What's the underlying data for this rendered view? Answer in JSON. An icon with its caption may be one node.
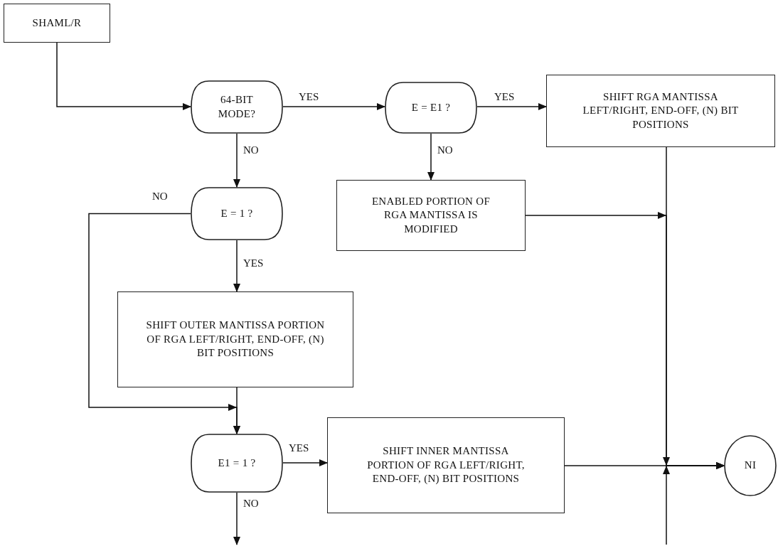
{
  "diagram": {
    "nodes": [
      {
        "text": [
          "SHAML/R"
        ]
      },
      {
        "text": [
          "64-BIT MODE?"
        ]
      },
      {
        "text": [
          "E = E1 ?"
        ]
      },
      {
        "text": [
          "SHIFT RGA MANTISSA LEFT/RIGHT, END-OFF, (N) BIT POSITIONS"
        ]
      },
      {
        "text": [
          "E = 1 ?"
        ]
      },
      {
        "text": [
          "ENABLED PORTION OF RGA MANTISSA IS MODIFIED"
        ]
      },
      {
        "text": [
          "SHIFT OUTER MANTISSA PORTION OF RGA LEFT/RIGHT, END-OFF, (N) BIT POSITIONS"
        ]
      },
      {
        "text": [
          "E1 = 1 ?"
        ]
      },
      {
        "text": [
          "SHIFT INNER MANTISSA PORTION OF RGA LEFT/RIGHT, END-OFF, (N) BIT POSITIONS"
        ]
      },
      {
        "text": [
          "NI"
        ]
      }
    ],
    "edges": [
      {
        "from": 0,
        "to": 1,
        "arrow": "to"
      },
      {
        "from": 1,
        "to": 2,
        "arrow": "to",
        "label": "YES"
      },
      {
        "from": 2,
        "to": 3,
        "arrow": "to",
        "label": "YES"
      },
      {
        "from": 1,
        "to": 4,
        "arrow": "to",
        "label": "NO"
      },
      {
        "from": 2,
        "to": 5,
        "arrow": "to",
        "label": "NO"
      },
      {
        "from": 4,
        "to": 7,
        "arrow": "to",
        "label": "NO"
      },
      {
        "from": 4,
        "to": 6,
        "arrow": "to",
        "label": "YES"
      },
      {
        "from": 6,
        "to": 7,
        "arrow": "to"
      },
      {
        "from": 7,
        "to": 8,
        "arrow": "to",
        "label": "YES"
      },
      {
        "from": 7,
        "to": null,
        "arrow": "to",
        "label": "NO"
      },
      {
        "from": 3,
        "to": 9,
        "arrow": "to"
      },
      {
        "from": 5,
        "to": 9,
        "arrow": "to"
      },
      {
        "from": 8,
        "to": 9,
        "arrow": "to"
      },
      {
        "from": null,
        "to": 9,
        "arrow": "to"
      }
    ]
  }
}
